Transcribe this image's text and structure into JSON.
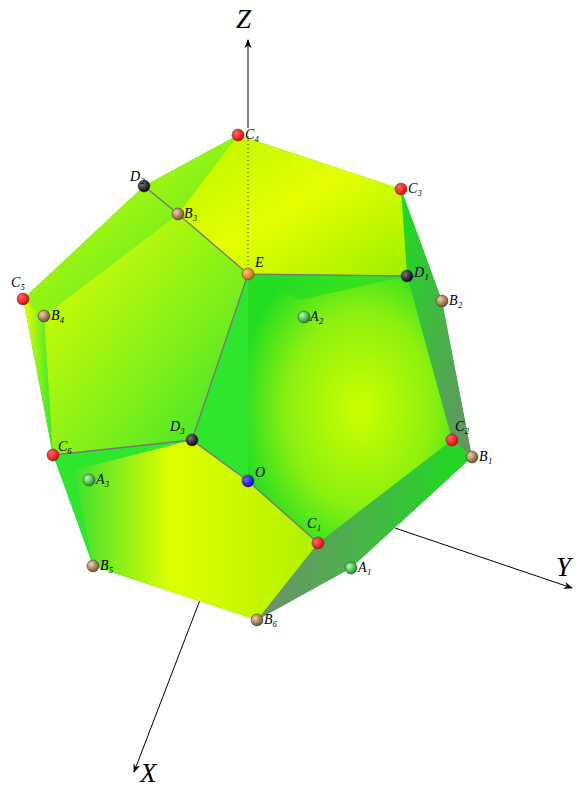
{
  "diagram": {
    "labels": [
      "Z",
      "C₄",
      "D₂",
      "B₃",
      "C₃",
      "E",
      "D₁",
      "B₂",
      "A₂",
      "C₅",
      "B₄",
      "C₂",
      "B₁",
      "D₃",
      "C₆",
      "A₃",
      "O",
      "C₁",
      "A₁",
      "B₅",
      "B₆",
      "Y",
      "X"
    ]
  }
}
